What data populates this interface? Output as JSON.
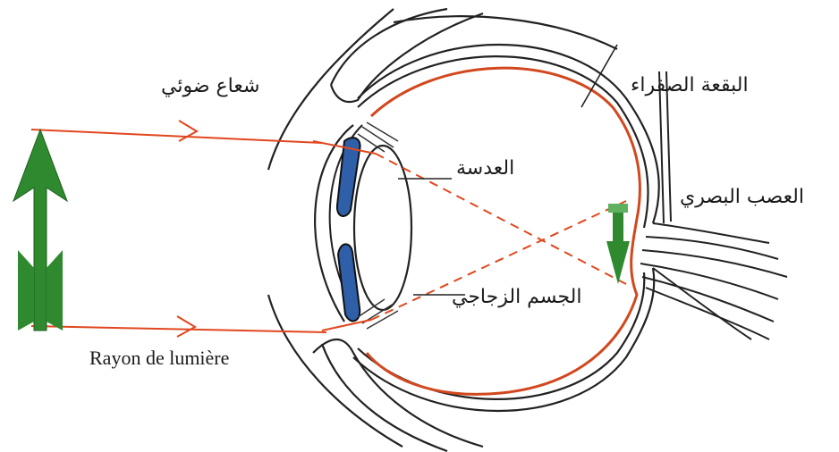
{
  "labels": {
    "light_ray_ar": "شعاع ضوئي",
    "light_ray_fr": "Rayon de lumière",
    "lens": "العدسة",
    "vitreous_body": "الجسم الزجاجي",
    "yellow_spot": "البقعة الصفراء",
    "optic_nerve": "العصب البصري"
  },
  "colors": {
    "outline": "#222222",
    "retina": "#d2481e",
    "ray": "#e1471f",
    "object_arrow": "#2f8a2f",
    "iris": "#2f5fa8"
  }
}
